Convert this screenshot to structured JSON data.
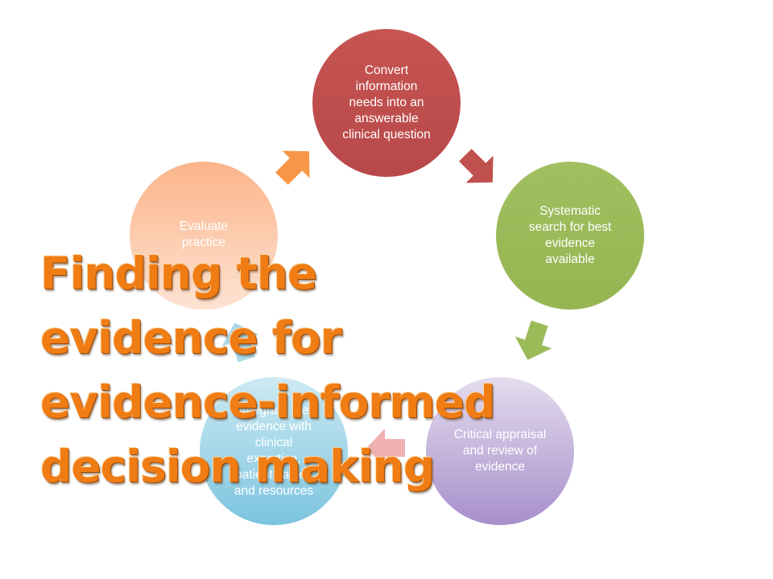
{
  "colors": {
    "convert": "#c0504d",
    "search": "#9bbb59",
    "appraise": "#b4a7d6",
    "integrate": "#92cddc",
    "evaluate": "#fbb88e",
    "title": "#f07c14",
    "arrow_orange": "#f79646",
    "arrow_red": "#c0504d",
    "arrow_green": "#9bbb59",
    "arrow_pink": "#eeb0b0",
    "arrow_blue": "#a8d8e8"
  },
  "cycle": {
    "steps": [
      {
        "label": "Convert\ninformation\nneeds into an\nanswerable\nclinical question"
      },
      {
        "label": "Systematic\nsearch for best\nevidence\navailable"
      },
      {
        "label": "Critical appraisal\nand review of\nevidence"
      },
      {
        "label": "Integrate the\nevidence with\nclinical\nexpertise,\npatient values\nand resources"
      },
      {
        "label": "Evaluate\npractice"
      }
    ]
  },
  "title": {
    "text": "Finding the\nevidence for\nevidence-informed\ndecision making"
  }
}
